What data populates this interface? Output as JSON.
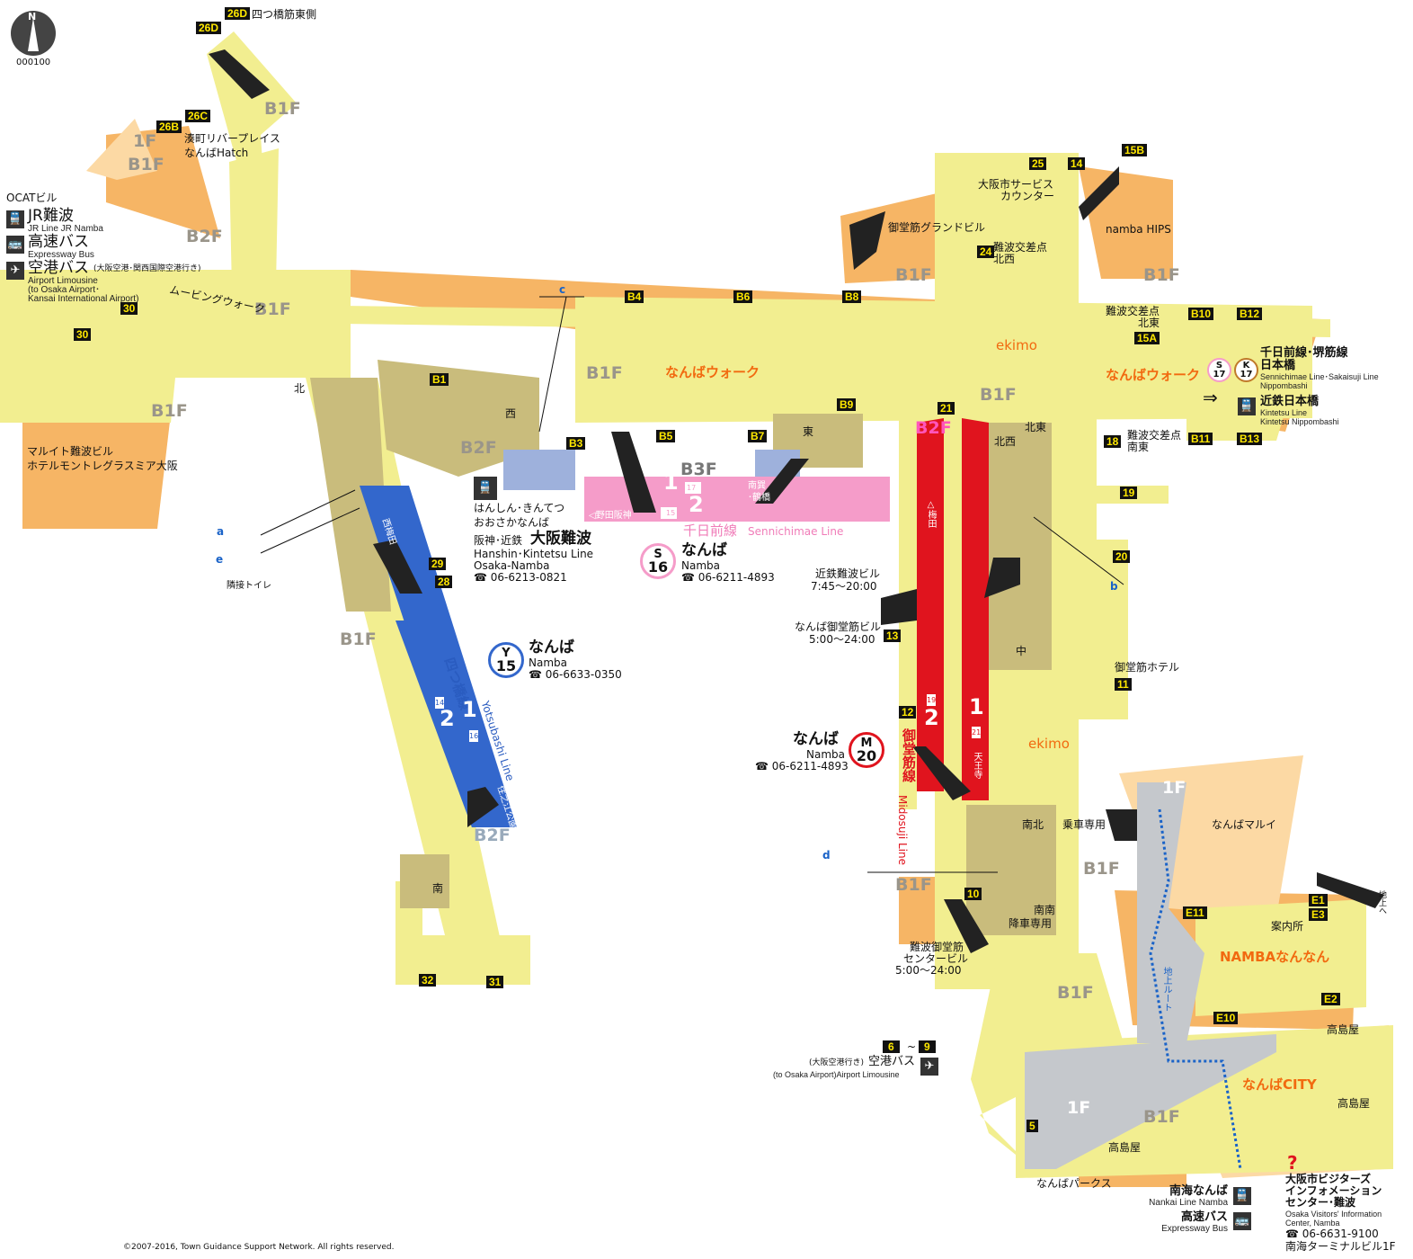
{
  "map_code": "000100",
  "compass": "N",
  "copyright": "©2007-2016, Town Guidance Support Network. All rights reserved.",
  "colors": {
    "corridor": "#f2ee90",
    "building": "#f6b565",
    "hanshin": "#c9bc7c",
    "yotsubashi": "#3367cc",
    "sennichimae": "#f59cc9",
    "midosuji": "#e0141e",
    "exit_bg": "#111111",
    "exit_text": "#ffe800"
  },
  "floors": [
    "B1F",
    "B1F",
    "1F",
    "B1F",
    "B2F",
    "B1F",
    "B1F",
    "B1F",
    "B2F",
    "B1F",
    "B3F",
    "B1F",
    "B2F",
    "B1F",
    "B1F",
    "B1F",
    "B1F",
    "1F",
    "1F",
    "B1F",
    "B2F"
  ],
  "exits": [
    "26D",
    "26D",
    "26B",
    "26C",
    "30",
    "30",
    "29",
    "28",
    "32",
    "31",
    "B1",
    "B3",
    "B4",
    "B5",
    "B6",
    "B7",
    "B8",
    "B9",
    "21",
    "25",
    "14",
    "15B",
    "24",
    "B10",
    "B12",
    "15A",
    "B11",
    "B13",
    "18",
    "19",
    "20",
    "11",
    "12",
    "13",
    "10",
    "E11",
    "E1",
    "E3",
    "E2",
    "E10",
    "5",
    "6",
    "~",
    "9"
  ],
  "labels": {
    "yotsubashi_east": "四つ橋筋東側",
    "minatomachi": "湊町リバープレイス",
    "hatch": "なんばHatch",
    "ocat": "OCATビル",
    "jr_ja": "JR難波",
    "jr_en": "JR Line JR Namba",
    "bus_ja": "高速バス",
    "bus_en": "Expressway Bus",
    "airport_ja": "空港バス",
    "airport_note": "(大阪空港･関西国際空港行き)",
    "airport_en1": "Airport Limousine",
    "airport_en2": "(to Osaka Airport･",
    "airport_en3": "Kansai International Airport)",
    "moving_walk": "ムービングウォーク",
    "marui_bldg1": "マルイト難波ビル",
    "marui_bldg2": "ホテルモントレグラスミア大阪",
    "namba_walk": "なんばウォーク",
    "namba_walk2": "なんばウォーク",
    "north": "北",
    "west": "西",
    "east": "東",
    "kitanishi": "北西",
    "kitahigashi": "北東",
    "naka": "中",
    "south": "南",
    "nannan": "南南",
    "hanshin_kana1": "はんしん･きんてつ",
    "hanshin_kana2": "おおさかなんば",
    "hanshin_ja_pre": "阪神･近鉄",
    "hanshin_ja": "大阪難波",
    "hanshin_en1": "Hanshin･Kintetsu Line",
    "hanshin_en2": "Osaka-Namba",
    "hanshin_tel": "☎ 06-6213-0821",
    "sen_dir1": "南巽",
    "sen_dir2": "･鶴橋",
    "sen_dir3": "◁野田阪神",
    "sen_track1": "1",
    "sen_track2": "2",
    "sen_n1": "17",
    "sen_n2": "15",
    "sen_line_ja": "千日前線",
    "sen_line_en": "Sennichimae Line",
    "s16_letter": "S",
    "s16_num": "16",
    "s16_ja": "なんば",
    "s16_en": "Namba",
    "s16_tel": "☎ 06-6211-4893",
    "y15_letter": "Y",
    "y15_num": "15",
    "y15_ja": "なんば",
    "y15_en": "Namba",
    "y15_tel": "☎ 06-6633-0350",
    "yotsu_line_ja": "四つ橋線",
    "yotsu_line_en": "Yotsubashi Line",
    "yotsu_dir1": "西梅田",
    "yotsu_dir2": "住之江公園▷",
    "yotsu_t1": "1",
    "yotsu_t2": "2",
    "yotsu_n1": "16",
    "yotsu_n2": "14",
    "m20_letter": "M",
    "m20_num": "20",
    "m20_ja": "なんば",
    "m20_en": "Namba",
    "m20_tel": "☎ 06-6211-4893",
    "mido_line_ja": "御堂筋線",
    "mido_line_en": "Midosuji Line",
    "mido_dir1": "△梅田",
    "mido_dir2": "天王寺",
    "mido_t1": "1",
    "mido_t2": "2",
    "mido_n1": "21",
    "mido_n2": "19",
    "kintetsu_bldg": "近鉄難波ビル",
    "kintetsu_hours": "7:45～20:00",
    "midosuji_bldg": "なんば御堂筋ビル",
    "midosuji_hours": "5:00～24:00",
    "center_bldg1": "難波御堂筋",
    "center_bldg2": "センタービル",
    "center_hours": "5:00～24:00",
    "service_counter1": "大阪市サービス",
    "service_counter2": "カウンター",
    "grand_bldg": "御堂筋グランドビル",
    "kousaten_nw1": "難波交差点",
    "kousaten_nw2": "北西",
    "kousaten_ne1": "難波交差点",
    "kousaten_ne2": "北東",
    "kousaten_se1": "難波交差点",
    "kousaten_se2": "南東",
    "hips": "namba HIPS",
    "ekimo1": "ekimo",
    "ekimo2": "ekimo",
    "s17_letter": "S",
    "s17_num": "17",
    "k17_letter": "K",
    "k17_num": "17",
    "nippombashi_ja1": "千日前線･堺筋線",
    "nippombashi_ja2": "日本橋",
    "nippombashi_en1": "Sennichimae Line･Sakaisuji Line",
    "nippombashi_en2": "Nippombashi",
    "kin_nip_ja": "近鉄日本橋",
    "kin_nip_en1": "Kintetsu Line",
    "kin_nip_en2": "Kintetsu Nippombashi",
    "midosuji_hotel": "御堂筋ホテル",
    "nanboku": "南北",
    "board_only": "乗車専用",
    "alight_only": "降車専用",
    "marui": "なんばマルイ",
    "info": "案内所",
    "chika": "地上へ",
    "nannan_mall": "NAMBAなんなん",
    "takashimaya1": "高島屋",
    "takashimaya2": "高島屋",
    "takashimaya3": "高島屋",
    "city": "なんばCITY",
    "ground_route": "地上ルート",
    "parks": "なんばパークス",
    "nankai_ja": "南海なんば",
    "nankai_en": "Nankai Line Namba",
    "bus2_ja": "高速バス",
    "bus2_en": "Expressway Bus",
    "airport2_note": "(大阪空港行き)",
    "airport2_ja": "空港バス",
    "airport2_en": "(to Osaka Airport)Airport Limousine",
    "visitor1": "大阪市ビジターズ",
    "visitor2": "インフォメーション",
    "visitor3": "センター･難波",
    "visitor_en1": "Osaka Visitors' Information",
    "visitor_en2": "Center, Namba",
    "visitor_tel": "☎ 06-6631-9100",
    "visitor_loc": "南海ターミナルビル1F",
    "toilet_a": "a",
    "toilet_e": "e",
    "toilet_b": "b",
    "toilet_c": "c",
    "toilet_d": "d",
    "adjacent_toilet": "隣接トイレ"
  }
}
